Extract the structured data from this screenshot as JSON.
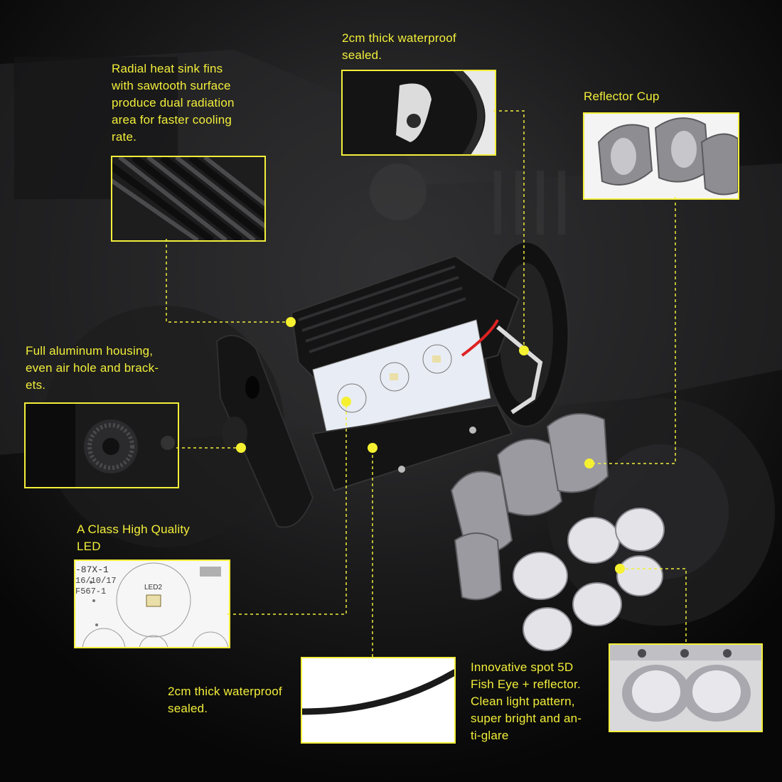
{
  "colors": {
    "accent": "#f2ee3a",
    "background": "#0b0b0c"
  },
  "captions": {
    "heat_sink": "Radial heat sink fins\nwith sawtooth surface\nproduce dual radiation\narea for faster cooling\nrate.",
    "waterproof_top": "2cm thick waterproof\nsealed.",
    "reflector_cup": "Reflector Cup",
    "housing": "Full aluminum housing,\neven air hole and brack-\nets.",
    "led": "A Class High Quality\nLED",
    "waterproof_bottom": "2cm thick waterproof\nsealed.",
    "fish_eye": "Innovative spot 5D\nFish Eye + reflector.\nClean light pattern,\nsuper bright and an-\nti-glare"
  },
  "pcb_labels": {
    "part_code": "-87X-1",
    "date": "16/10/17",
    "board_id": "F567-1",
    "led_id": "LED2"
  },
  "icons": [
    "heat-sink-detail-icon",
    "seal-detail-icon",
    "reflector-cup-detail-icon",
    "housing-bracket-detail-icon",
    "led-chip-detail-icon",
    "gasket-detail-icon",
    "lens-detail-icon",
    "light-assembly-icon"
  ]
}
